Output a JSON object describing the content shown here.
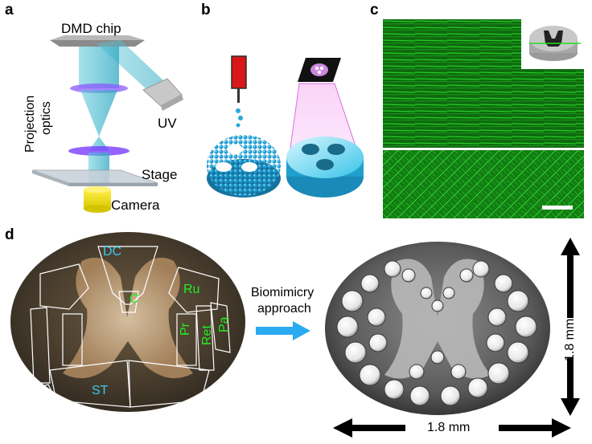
{
  "panels": {
    "a": {
      "label": "a",
      "dmd": "DMD chip",
      "projection_line1": "Projection",
      "projection_line2": "optics",
      "uv": "UV",
      "stage": "Stage",
      "camera": "Camera"
    },
    "b": {
      "label": "b"
    },
    "c": {
      "label": "c"
    },
    "d": {
      "label": "d",
      "regions": {
        "dc": "DC",
        "c": "C",
        "ru": "Ru",
        "pr": "Pr",
        "ret": "Ret",
        "pa": "Pa",
        "st": "ST"
      },
      "arrow_line1": "Biomimicry",
      "arrow_line2": "approach",
      "dim_vertical": "1.8 mm",
      "dim_horizontal": "1.8 mm"
    }
  },
  "colors": {
    "fluorescence": "#16c016",
    "scaffold_cyan": "#2aa8d8",
    "region_cyan": "#3cc8f0",
    "region_green": "#22ee22",
    "arrow_blue": "#2aaaf0"
  }
}
